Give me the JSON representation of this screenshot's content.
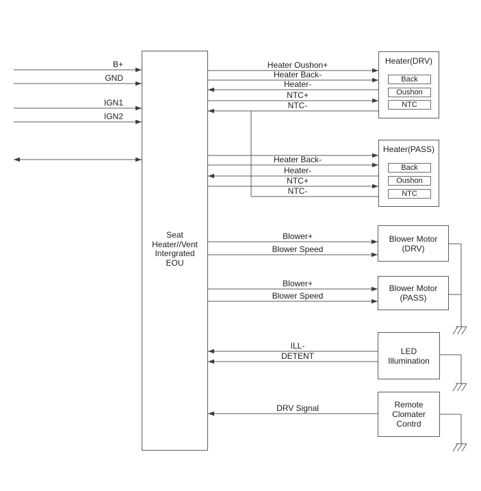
{
  "ecu": {
    "lines": [
      "Seat",
      "Heater//Vent",
      "Intergrated",
      "EOU"
    ]
  },
  "left_inputs": {
    "b_plus": "B+",
    "gnd": "GND",
    "ign1": "IGN1",
    "ign2": "IGN2"
  },
  "wires": {
    "heater_drv": [
      "Heater Oushon+",
      "Heater Back-",
      "Heater-",
      "NTC+",
      "NTC-"
    ],
    "heater_pass": [
      "Heater Back-",
      "Heater-",
      "NTC+",
      "NTC-"
    ],
    "blower_drv": [
      "Blower+",
      "Blower Speed"
    ],
    "blower_pass": [
      "Blower+",
      "Blower Speed"
    ],
    "led": [
      "ILL-",
      "DETENT"
    ],
    "remote": [
      "DRV Signal"
    ]
  },
  "components": {
    "heater_drv": {
      "title": "Heater(DRV)",
      "pads": [
        "Back",
        "Oushon",
        "NTC"
      ]
    },
    "heater_pass": {
      "title": "Heater(PASS)",
      "pads": [
        "Back",
        "Oushon",
        "NTC"
      ]
    },
    "blower_drv": {
      "line1": "Blower Motor",
      "line2": "(DRV)"
    },
    "blower_pass": {
      "line1": "Blower Motor",
      "line2": "(PASS)"
    },
    "led": {
      "line1": "LED",
      "line2": "Illumination"
    },
    "remote": {
      "line1": "Remote",
      "line2": "Clomater",
      "line3": "Contrd"
    }
  },
  "colors": {
    "wire": "#595959",
    "text": "#1c1c1c",
    "background": "#ffffff"
  }
}
